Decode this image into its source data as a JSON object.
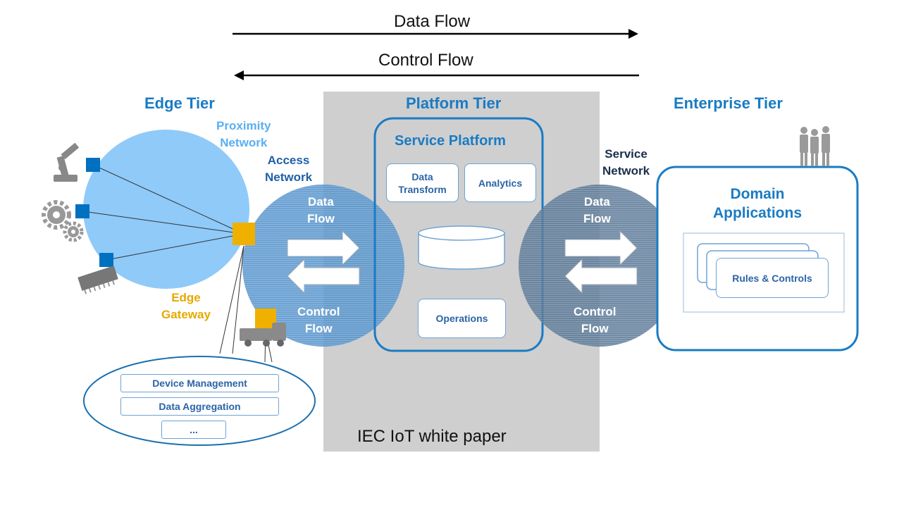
{
  "flows": {
    "data_flow": "Data Flow",
    "control_flow": "Control Flow"
  },
  "tiers": {
    "edge": "Edge Tier",
    "platform": "Platform Tier",
    "enterprise": "Enterprise Tier"
  },
  "networks": {
    "proximity": [
      "Proximity",
      "Network"
    ],
    "access": [
      "Access",
      "Network"
    ],
    "service": [
      "Service",
      "Network"
    ]
  },
  "edge_gateway": [
    "Edge",
    "Gateway"
  ],
  "access_flow": {
    "data": [
      "Data",
      "Flow"
    ],
    "control": [
      "Control",
      "Flow"
    ]
  },
  "service_flow": {
    "data": [
      "Data",
      "Flow"
    ],
    "control": [
      "Control",
      "Flow"
    ]
  },
  "service_platform": {
    "title": "Service Platform",
    "data_transform": [
      "Data",
      "Transform"
    ],
    "analytics": "Analytics",
    "operations": "Operations"
  },
  "domain_applications": {
    "title": [
      "Domain",
      "Applications"
    ],
    "rules_controls": "Rules & Controls"
  },
  "gateway_functions": [
    "Device Management",
    "Data Aggregation",
    "..."
  ],
  "caption": "IEC IoT white paper",
  "colors": {
    "tier_blue": "#1a7bc3",
    "proximity_circle": "#8fcaf9",
    "access_circle": "#4f8fca",
    "service_circle": "#4f6f90",
    "platform_bg": "#cfcfcf",
    "gateway_orange": "#f0b000",
    "node_blue": "#0070c0",
    "gateway_text": "#e8a800"
  }
}
